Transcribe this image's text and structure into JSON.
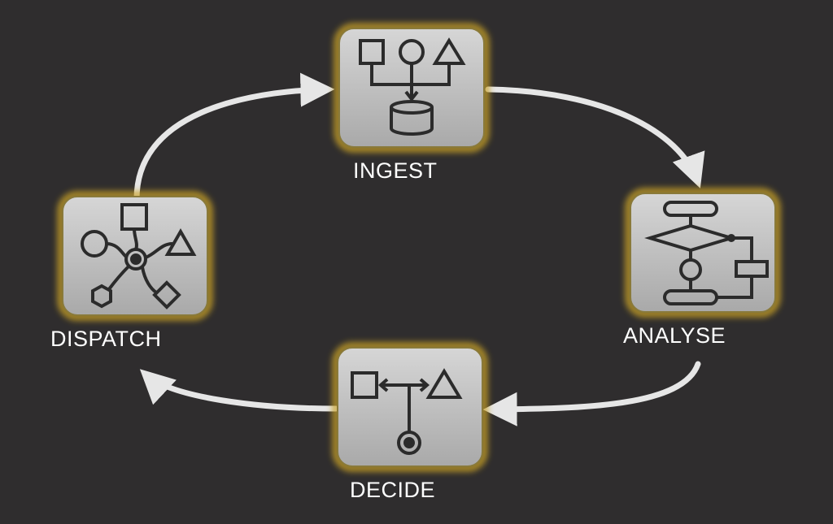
{
  "diagram": {
    "nodes": [
      {
        "id": "ingest",
        "label": "INGEST",
        "icon": "merge-into-database-icon"
      },
      {
        "id": "analyse",
        "label": "ANALYSE",
        "icon": "flowchart-icon"
      },
      {
        "id": "decide",
        "label": "DECIDE",
        "icon": "decision-branch-icon"
      },
      {
        "id": "dispatch",
        "label": "DISPATCH",
        "icon": "hub-distribution-icon"
      }
    ],
    "colors": {
      "background": "#2f2d2e",
      "tile_fill": "#bdbdbd",
      "tile_glow": "#c9a227",
      "arrow": "#e6e6e6",
      "icon_stroke": "#2b2b2b",
      "label": "#ffffff"
    }
  }
}
